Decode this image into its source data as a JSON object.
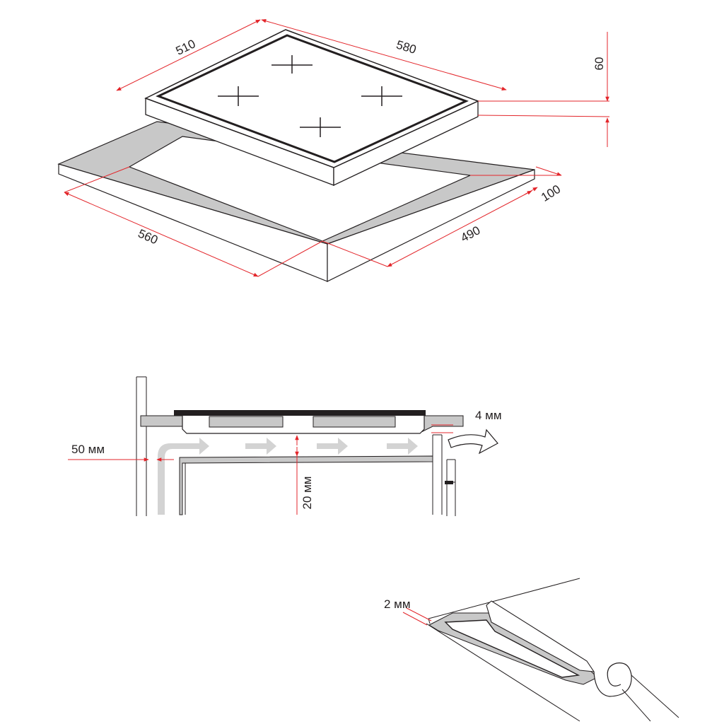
{
  "hob_install": {
    "hob_width": "510",
    "hob_depth": "580",
    "hob_height": "60",
    "cutout_width": "560",
    "cutout_depth": "490",
    "edge_clearance": "100"
  },
  "ventilation": {
    "side_gap": "50 мм",
    "vent_gap": "4 мм",
    "bottom_gap": "20 мм"
  },
  "seal": {
    "seal_thickness": "2 мм"
  },
  "colors": {
    "dimension": "#e3262b",
    "line": "#231f20",
    "countertop_fill": "#c8c8c8",
    "airflow_arrow": "#d3d3d3"
  }
}
